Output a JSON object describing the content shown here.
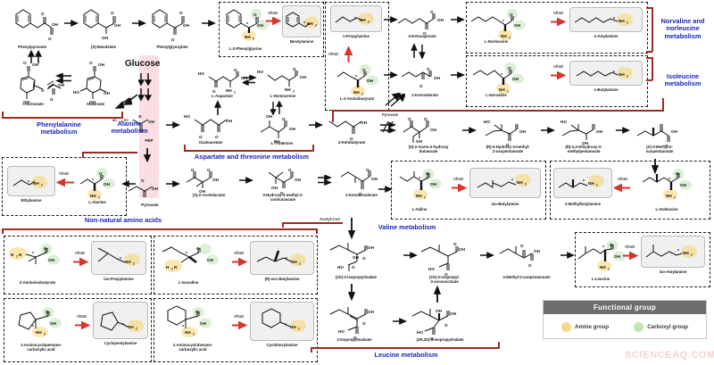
{
  "figure": {
    "title": "Amino acid biosynthesis and decarboxylation pathways",
    "watermark": "SCIENCEAQ.COM"
  },
  "colors": {
    "amine_group": "#f5d98b",
    "carboxyl_group": "#c3e3b6",
    "red_arrow": "#d6352b",
    "red_bracket": "#9e2a21",
    "metabolism_title": "#1b25b5",
    "glucose_band": "#f9c9cf",
    "product_box_fill": "#f0f0f0"
  },
  "central": {
    "glucose_label": "Glucose",
    "pep_label": "PEP",
    "pyruvate_label": "Pyruvate",
    "pyruvate_side_label": "Pyruvate",
    "acetyl_coa_label": "Acetyl-CoA"
  },
  "enzyme": {
    "label": "VfmD"
  },
  "metabolism_titles": [
    {
      "id": "phenylalanine",
      "label": "Phenylalanine\nmetabolism"
    },
    {
      "id": "alanine",
      "label": "Alanine\nmetabolism"
    },
    {
      "id": "aspartate-threonine",
      "label": "Aspartate and threonine metabolism"
    },
    {
      "id": "non-natural",
      "label": "Non-natural amino acids"
    },
    {
      "id": "norvaline-norleucine",
      "label": "Norvaline and\nnorleucine\nmetabolism"
    },
    {
      "id": "isoleucine",
      "label": "Isoleucine\nmetabolism"
    },
    {
      "id": "valine",
      "label": "Valine metabolism"
    },
    {
      "id": "leucine",
      "label": "Leucine metabolism"
    }
  ],
  "compounds": [
    {
      "id": "phenylpyruvate",
      "label": "Phenylpyruvate"
    },
    {
      "id": "s-mandelate",
      "label": "(S)-Mandelate"
    },
    {
      "id": "phenylglyoxylate",
      "label": "Phenylglyoxylate"
    },
    {
      "id": "l-2-phenylglycine",
      "label": "L-2-Phenylglycine"
    },
    {
      "id": "benzylamine",
      "label": "Benzylamine"
    },
    {
      "id": "chorismate",
      "label": "Chorismate"
    },
    {
      "id": "shikimate",
      "label": "Shikimate"
    },
    {
      "id": "ethylamine",
      "label": "Ethylamine"
    },
    {
      "id": "l-alanine",
      "label": "L-Alanine"
    },
    {
      "id": "l-aspartate",
      "label": "L-Aspartate"
    },
    {
      "id": "l-homoserine",
      "label": "L-Homoserine"
    },
    {
      "id": "oxaloacetate",
      "label": "Oxaloacetate"
    },
    {
      "id": "l-threonine",
      "label": "L-Threonine"
    },
    {
      "id": "2-ketobutyrate",
      "label": "2-Ketobutyrate"
    },
    {
      "id": "l-2-aminobutyrate",
      "label": "L-2-Aminobutyrate"
    },
    {
      "id": "n-propylamine",
      "label": "n-Propylamine"
    },
    {
      "id": "2-ketocaproate",
      "label": "2-Ketocaproate"
    },
    {
      "id": "2-ketovalerate",
      "label": "2-Ketovalerate"
    },
    {
      "id": "l-norleucine",
      "label": "L-Norleucine"
    },
    {
      "id": "n-amylamine",
      "label": "n-Amylamine"
    },
    {
      "id": "l-norvaline",
      "label": "L-Norvaline"
    },
    {
      "id": "n-butylamine",
      "label": "n-Butylamine"
    },
    {
      "id": "s-2-acetolactate",
      "label": "(S)-2-Acetolactate"
    },
    {
      "id": "3-hydroxy-3-methyl-2-oxobutanoate",
      "label": "3-Hydroxy-3-methyl-2-\noxobutanoate"
    },
    {
      "id": "2-ketoisovalerate",
      "label": "2-Ketoisovalerate"
    },
    {
      "id": "l-valine",
      "label": "L-Valine"
    },
    {
      "id": "iso-butylamine",
      "label": "iso-Butylamine"
    },
    {
      "id": "s-2-aceto-2-hydroxybutanoate",
      "label": "(S)-2-Aceto-2-hydroxy\nbutanoate"
    },
    {
      "id": "r-3-hydroxy-3-methyl-2-oxopentanoate",
      "label": "(R)-3-Hydroxy-3-methyl-\n2-oxopentanoate"
    },
    {
      "id": "r-2-3-dihydroxy-3-methylpentanoate",
      "label": "(R)-2,3-Dihydroxy-3-\nmethylpentanoate"
    },
    {
      "id": "s-3-methyl-2-oxopentanoate",
      "label": "(S)-3-Methyl-2-\noxopentanoate"
    },
    {
      "id": "l-isoleucine",
      "label": "L-Isoleucine"
    },
    {
      "id": "2-methylbutylamine",
      "label": "2-Methylbutylamine"
    },
    {
      "id": "2-aminoisobutyrate",
      "label": "2-Aminoisobutyrate"
    },
    {
      "id": "iso-propylamine",
      "label": "iso-Propylamine"
    },
    {
      "id": "l-isovaline",
      "label": "L-Isovaline"
    },
    {
      "id": "r-sec-butylamine",
      "label": "(R)-sec-Butylamine"
    },
    {
      "id": "1-aminocyclopentanecarboxylic-acid",
      "label": "1-Aminocyclopentane-\ncarboxylic acid"
    },
    {
      "id": "cyclopentylamine",
      "label": "Cyclopentylamine"
    },
    {
      "id": "1-aminocyclohexanecarboxylic-acid",
      "label": "1-Aminocyclohexane-\ncarboxylic acid"
    },
    {
      "id": "cyclohexylamine",
      "label": "Cyclohexylamine"
    },
    {
      "id": "2s-2-isopropylmalate",
      "label": "(2S)-2-isopropylmalate"
    },
    {
      "id": "2s-2-isopropyl-3-oxosuccinate",
      "label": "(2S)-2-Isopropyl-\n3-oxosuccinate"
    },
    {
      "id": "4-methyl-2-oxopentanoate",
      "label": "4-Methyl-2-oxopentanoate"
    },
    {
      "id": "l-leucine",
      "label": "L-Leucine"
    },
    {
      "id": "iso-amylamine",
      "label": "iso-Amylamine"
    },
    {
      "id": "2-isopropylmaleate",
      "label": "2-Isopropylmaleate"
    },
    {
      "id": "2r-3s-3-isopropylmalate",
      "label": "(2R,3S)-3-Isopropylmalate"
    }
  ],
  "legend": {
    "header": "Functional group",
    "items": [
      {
        "id": "amine",
        "label": "Amine group",
        "color": "#f5d98b"
      },
      {
        "id": "carboxyl",
        "label": "Carboxyl group",
        "color": "#c3e3b6"
      }
    ]
  },
  "atoms": {
    "O": "O",
    "OH": "OH",
    "HO": "HO",
    "N": "N",
    "NH2": "NH",
    "two": "2",
    "three": "3",
    "HO3PO": "HO3PO",
    "H2N": "H2N",
    "star": "*"
  }
}
